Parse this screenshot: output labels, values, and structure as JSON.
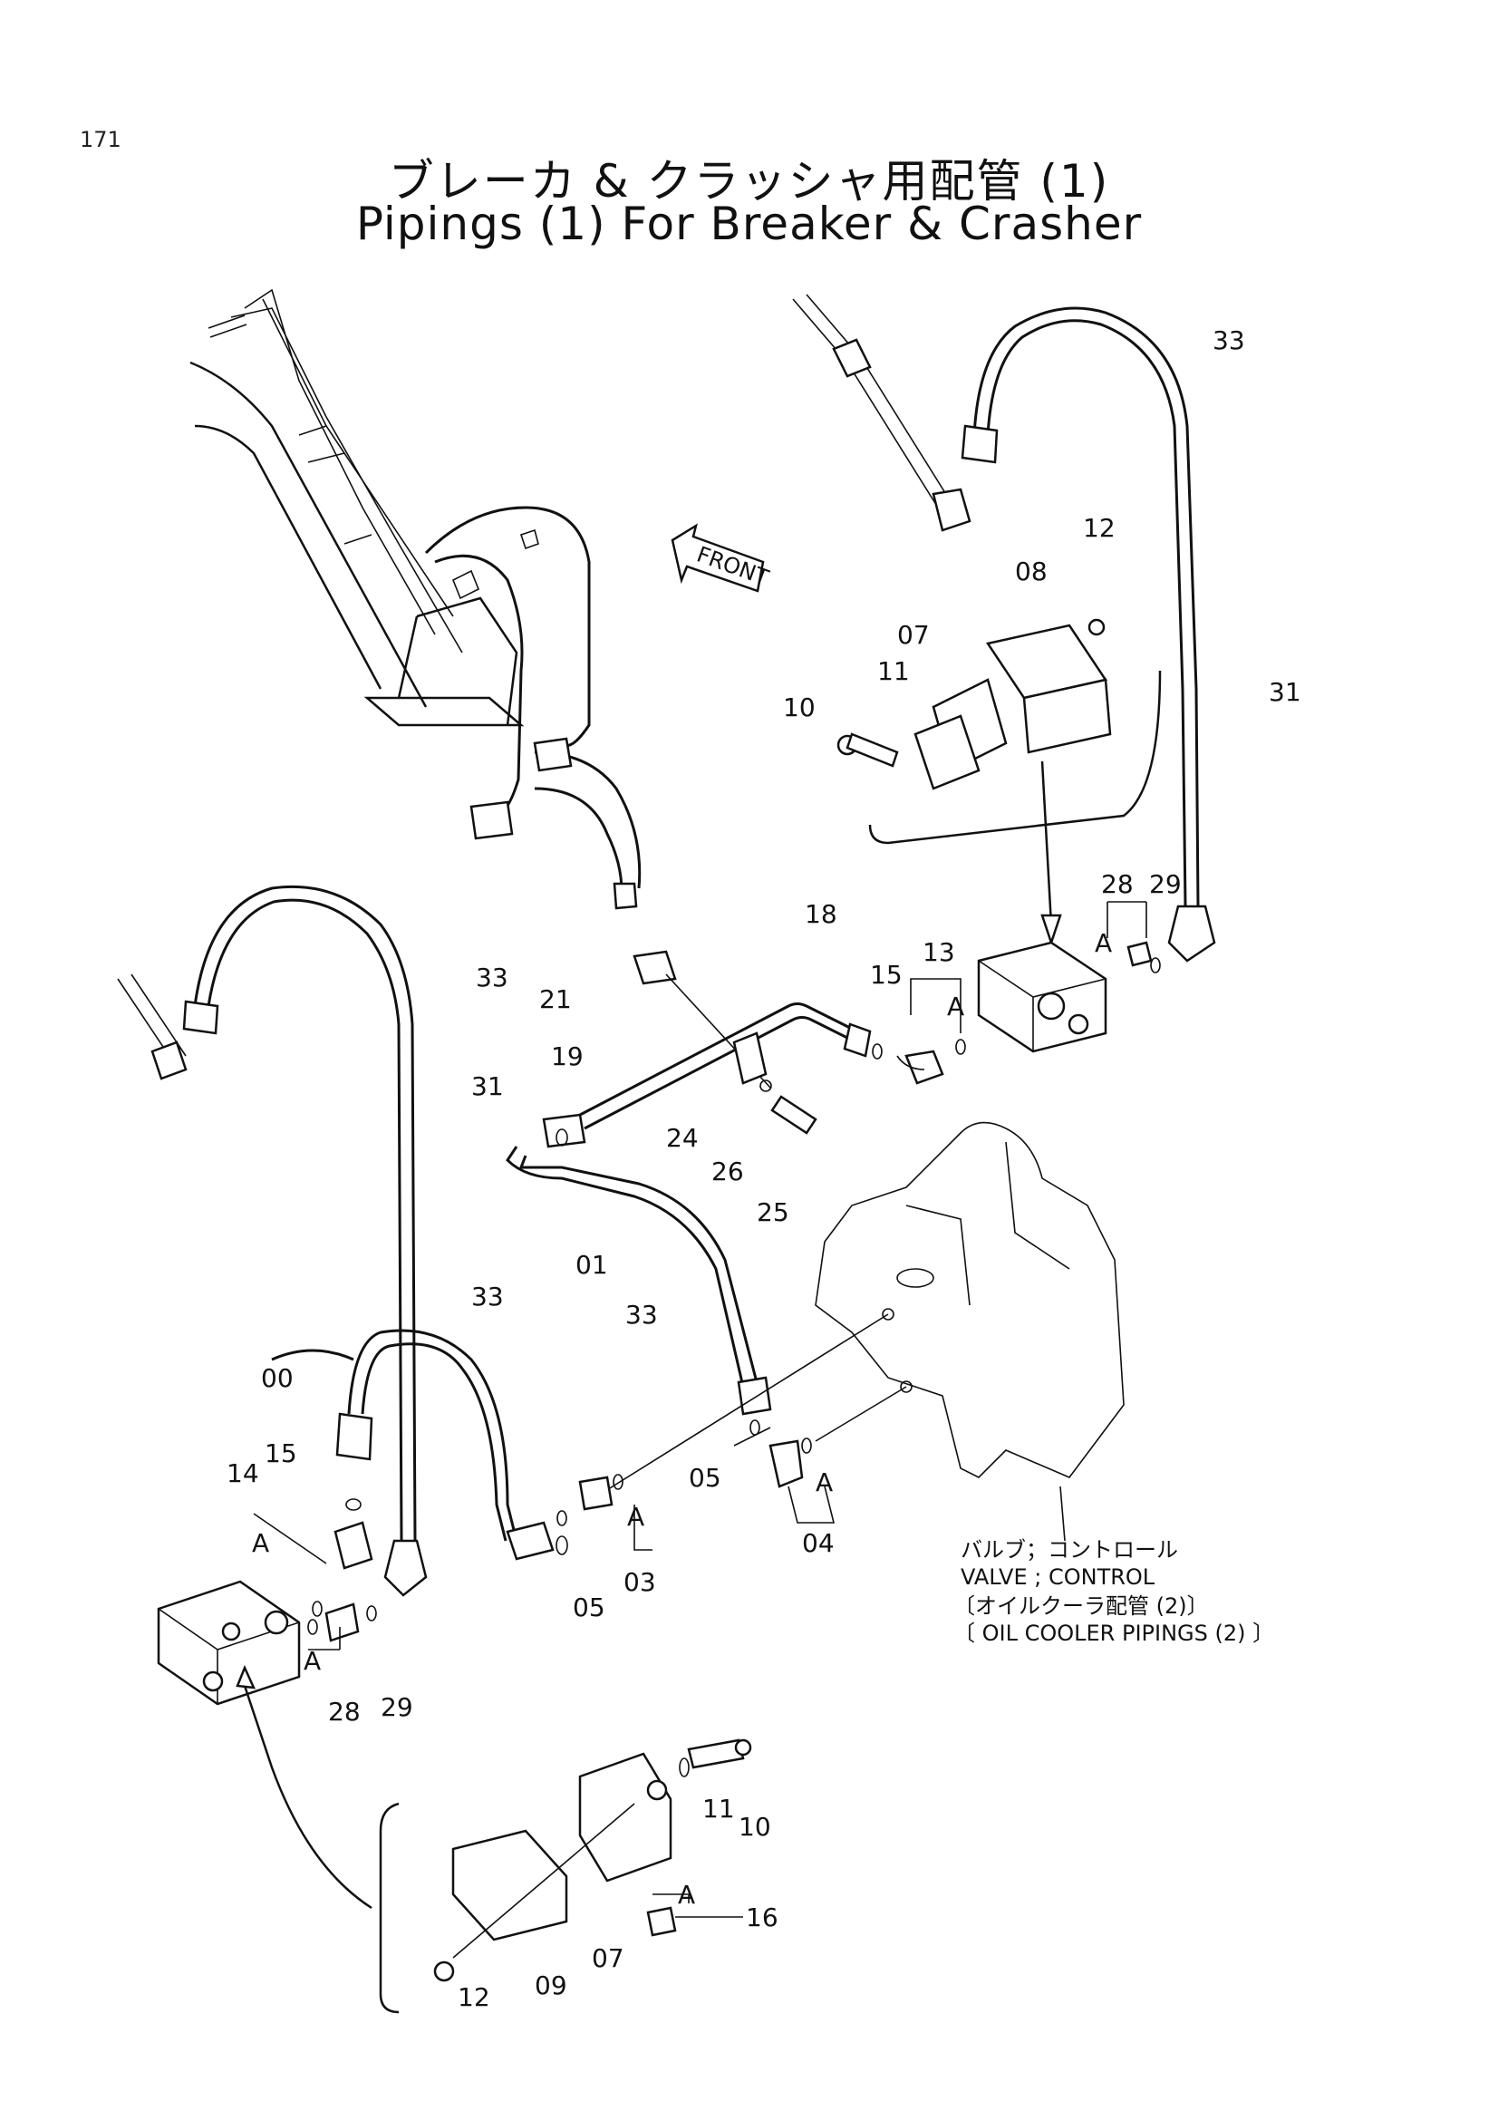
{
  "page_number": "171",
  "title_ja": "ブレーカ & クラッシャ用配管 (1)",
  "title_en": "Pipings (1) For Breaker & Crasher",
  "front_marker": "FRONT",
  "valve_note": {
    "line1": "バルブ；コントロール",
    "line2": "VALVE ; CONTROL",
    "line3": "〔オイルクーラ配管 (2)〕",
    "line4": "〔 OIL COOLER PIPINGS (2) 〕"
  },
  "callouts": {
    "c33a": "33",
    "c12a": "12",
    "c08a": "08",
    "c07a": "07",
    "c11a": "11",
    "c10a": "10",
    "c31a": "31",
    "c28a": "28",
    "c29a": "29",
    "cAa": "A",
    "c18": "18",
    "c15a": "15",
    "c13": "13",
    "cAb": "A",
    "c21": "21",
    "c19": "19",
    "c24": "24",
    "c26": "26",
    "c25": "25",
    "c33b": "33",
    "c31b": "31",
    "c01": "01",
    "c33c": "33",
    "c33d": "33",
    "c00": "00",
    "c15b": "15",
    "c14": "14",
    "cAc": "A",
    "cAd": "A",
    "c28b": "28",
    "c29b": "29",
    "c05a": "05",
    "c05b": "05",
    "c03": "03",
    "cAe": "A",
    "c04": "04",
    "cAf": "A",
    "c10b": "10",
    "c11b": "11",
    "c07b": "07",
    "c09": "09",
    "c12b": "12",
    "c16": "16",
    "cAg": "A"
  }
}
